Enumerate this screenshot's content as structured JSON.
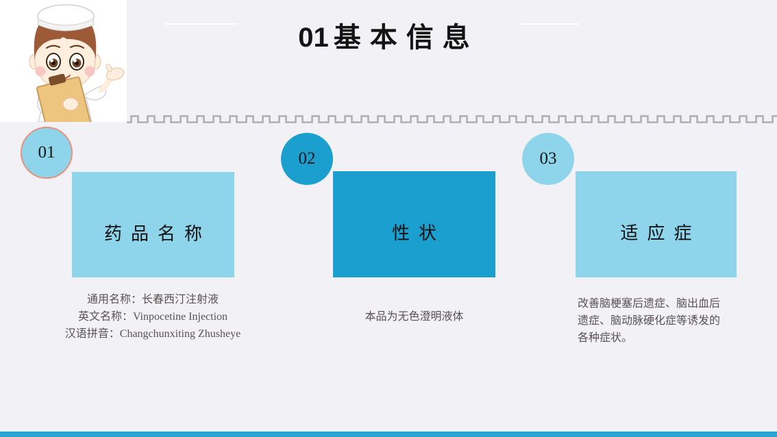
{
  "slide": {
    "title_prefix": "01",
    "title_text": "基本信息",
    "background_color": "#f2f2f6",
    "bottom_bar_color": "#2aa3d5"
  },
  "nurse": {
    "alt": "cartoon nurse with cap holding a clipboard and gesturing"
  },
  "colors": {
    "light_blue": "#8ed5ec",
    "dark_blue": "#1b9fce",
    "badge_border_salmon": "#e8917b",
    "zigzag_gray": "#b1aeae",
    "body_text": "#5a5153"
  },
  "sections": [
    {
      "number": "01",
      "card_title": "药品名称",
      "description_lines": [
        "通用名称：长春西汀注射液",
        "英文名称：Vinpocetine Injection",
        "汉语拼音：Changchunxiting Zhusheye"
      ]
    },
    {
      "number": "02",
      "card_title": "性状",
      "description_lines": [
        "本品为无色澄明液体"
      ]
    },
    {
      "number": "03",
      "card_title": "适应症",
      "description_lines": [
        "改善脑梗塞后遗症、脑出血后",
        "遗症、脑动脉硬化症等诱发的",
        "各种症状。"
      ]
    }
  ]
}
